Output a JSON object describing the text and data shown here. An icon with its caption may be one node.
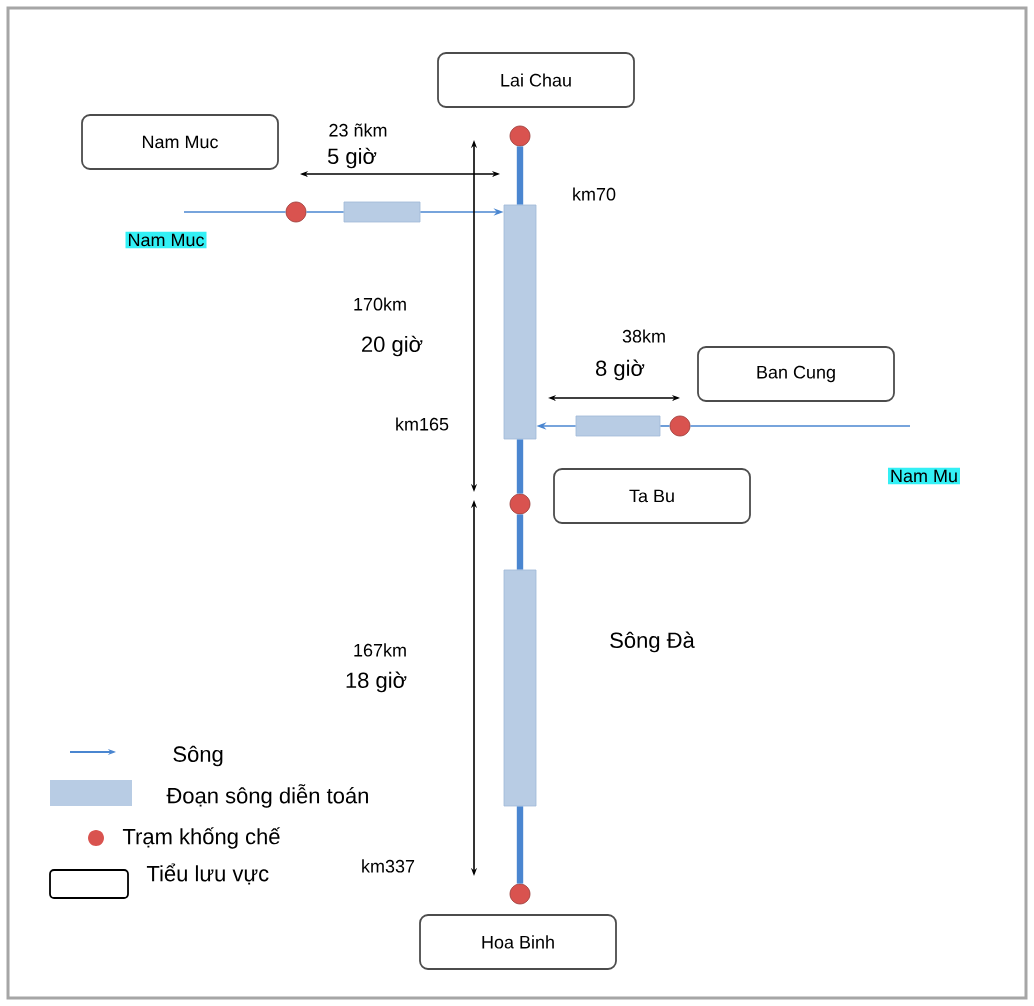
{
  "diagram": {
    "nodes": [
      {
        "text": [
          "Lai Chau"
        ]
      },
      {
        "text": [
          "Nam Muc"
        ]
      },
      {
        "text": [
          "Ban Cung"
        ]
      },
      {
        "text": [
          "Ta Bu"
        ]
      },
      {
        "text": [
          "Hoa Binh"
        ]
      },
      {
        "text": [],
        "shape": "circle"
      },
      {
        "text": [],
        "shape": "circle"
      },
      {
        "text": [],
        "shape": "circle"
      },
      {
        "text": [],
        "shape": "circle"
      },
      {
        "text": [],
        "shape": "circle"
      },
      {
        "text": [],
        "shape": "bar"
      },
      {
        "text": [],
        "shape": "bar"
      },
      {
        "text": [],
        "shape": "bar"
      },
      {
        "text": [],
        "shape": "bar"
      }
    ],
    "edges": [
      {
        "from": null,
        "to": 6,
        "arrow": "none"
      },
      {
        "from": 6,
        "to": 10,
        "arrow": "none"
      },
      {
        "from": 10,
        "to": 11,
        "arrow": "to"
      },
      {
        "from": null,
        "to": 7,
        "arrow": "none"
      },
      {
        "from": 7,
        "to": 12,
        "arrow": "none"
      },
      {
        "from": 12,
        "to": 11,
        "arrow": "to"
      },
      {
        "from": 5,
        "to": 11,
        "arrow": "none",
        "style": "thick"
      },
      {
        "from": 11,
        "to": 8,
        "arrow": "none",
        "style": "thick"
      },
      {
        "from": 8,
        "to": 13,
        "arrow": "none",
        "style": "thick"
      },
      {
        "from": 13,
        "to": 9,
        "arrow": "none",
        "style": "thick"
      }
    ],
    "labels": [
      "23 ñkm",
      "5 giờ",
      "km70",
      "Nam Muc",
      "170km",
      "20 giờ",
      "38km",
      "8 giờ",
      "km165",
      "Nam Mu",
      "Sông Đà",
      "167km",
      "18 giờ",
      "km337"
    ],
    "legend": [
      {
        "text": "Sông"
      },
      {
        "text": "Đoạn sông diễn toán",
        "color": "#b8cce4"
      },
      {
        "text": "Trạm khống chế"
      },
      {
        "text": "Tiểu lưu vực"
      }
    ]
  }
}
